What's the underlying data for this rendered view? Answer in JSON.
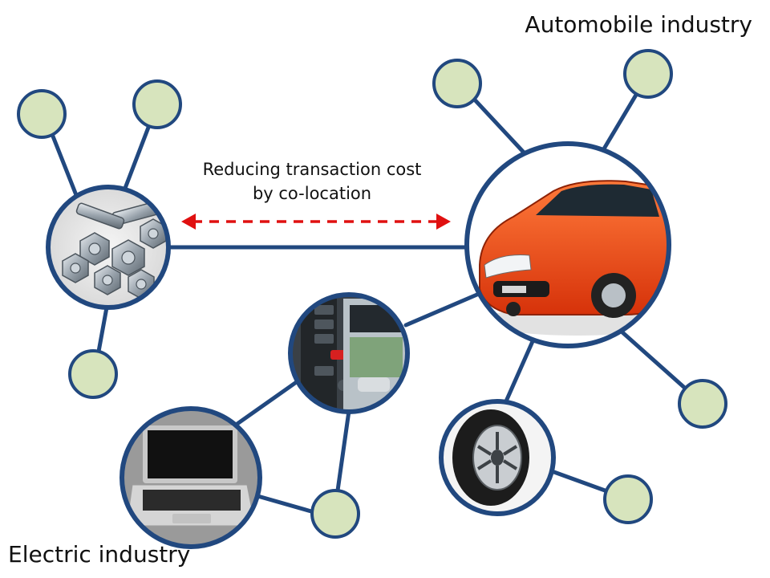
{
  "labels": {
    "automobile_industry": "Automobile industry",
    "electric_industry": "Electric industry",
    "cost_line1": "Reducing transaction cost",
    "cost_line2": "by co-location"
  },
  "colors": {
    "link": "#21487f",
    "small_node_fill": "#d7e4bd",
    "arrow": "#e01010"
  }
}
